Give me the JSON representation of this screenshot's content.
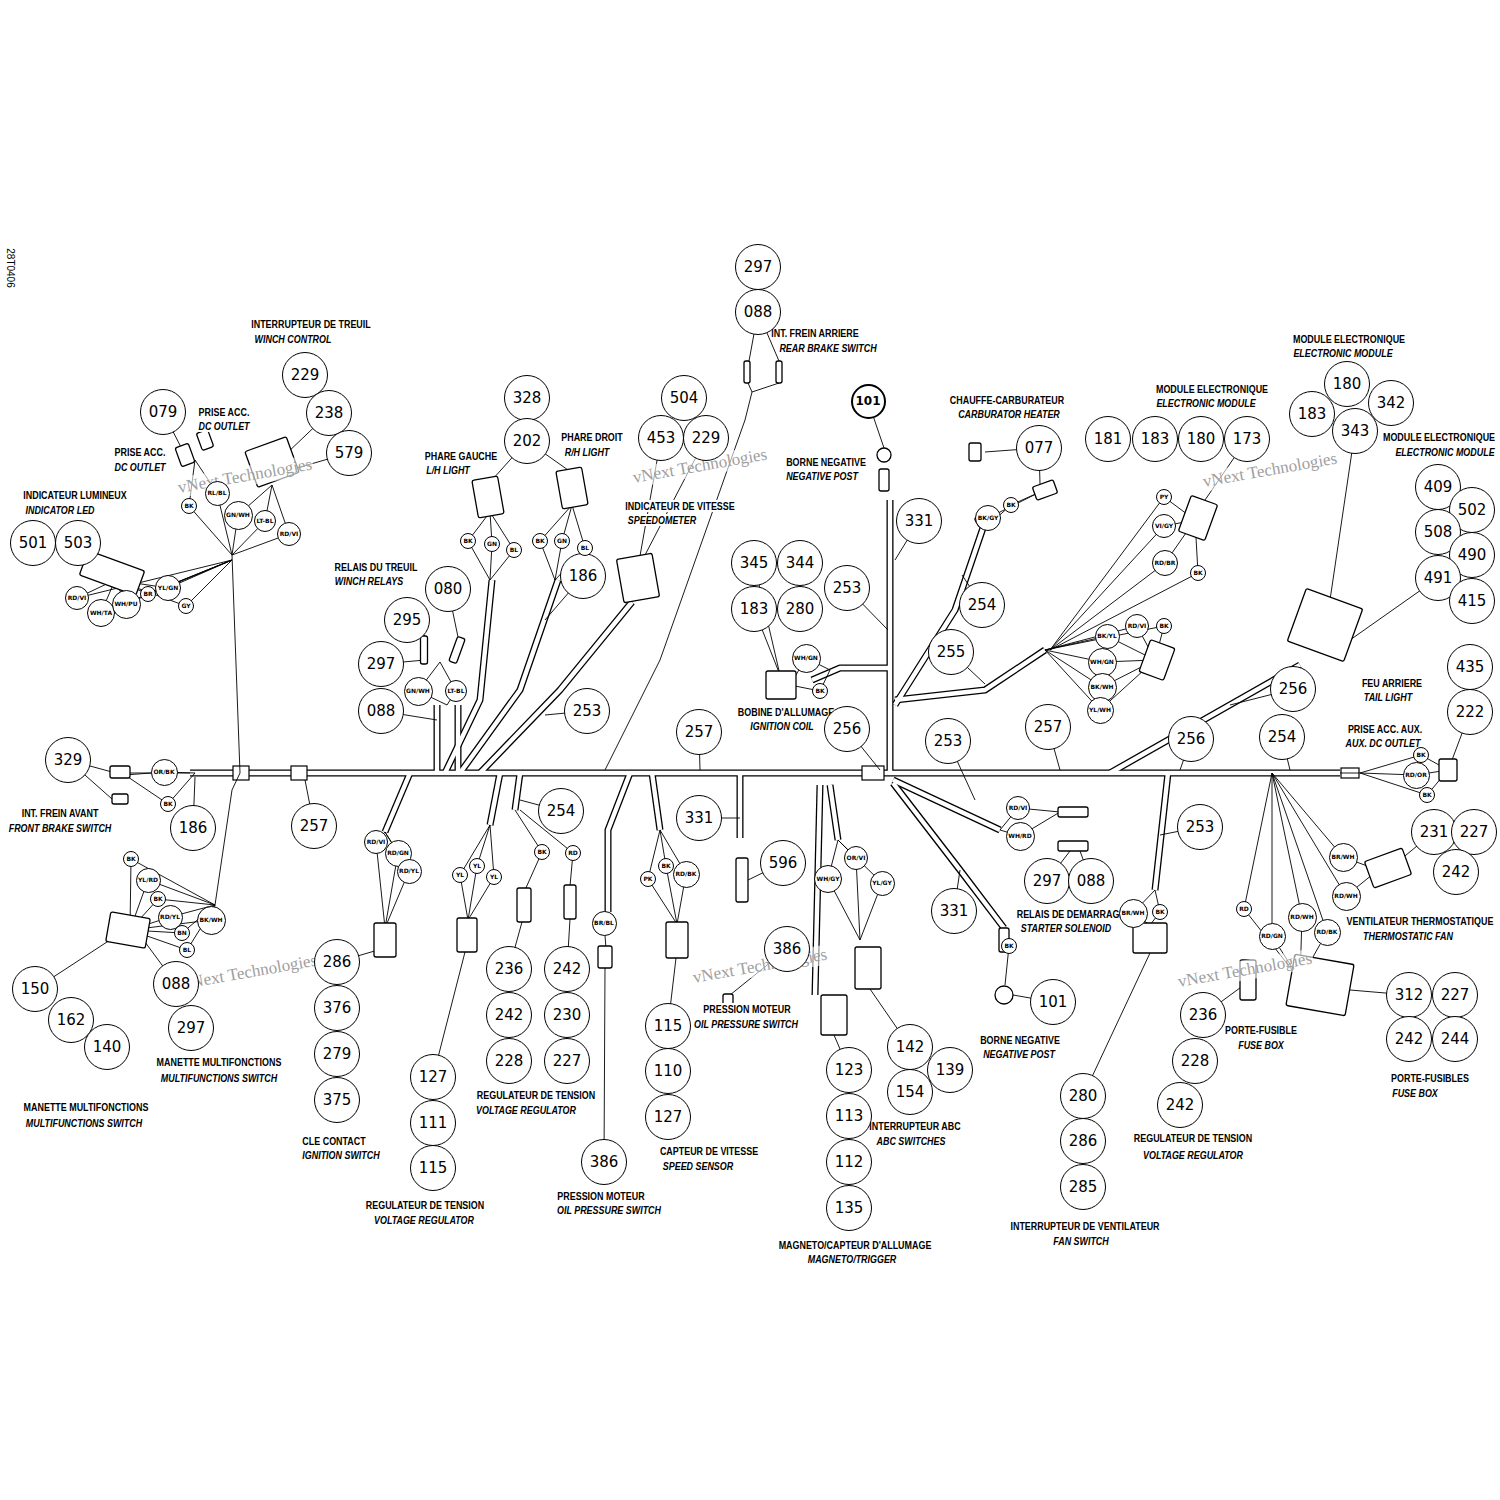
{
  "diagram": {
    "nodes": [
      {
        "text": [
          "079"
        ]
      },
      {
        "text": [
          "229"
        ]
      },
      {
        "text": [
          "238"
        ]
      },
      {
        "text": [
          "579"
        ]
      },
      {
        "text": [
          "501"
        ]
      },
      {
        "text": [
          "503"
        ]
      },
      {
        "text": [
          "328"
        ]
      },
      {
        "text": [
          "202"
        ]
      },
      {
        "text": [
          "504"
        ]
      },
      {
        "text": [
          "453"
        ]
      },
      {
        "text": [
          "229"
        ]
      },
      {
        "text": [
          "297"
        ]
      },
      {
        "text": [
          "088"
        ]
      },
      {
        "text": [
          "101"
        ]
      },
      {
        "text": [
          "077"
        ]
      },
      {
        "text": [
          "181"
        ]
      },
      {
        "text": [
          "183"
        ]
      },
      {
        "text": [
          "180"
        ]
      },
      {
        "text": [
          "173"
        ]
      },
      {
        "text": [
          "180"
        ]
      },
      {
        "text": [
          "183"
        ]
      },
      {
        "text": [
          "342"
        ]
      },
      {
        "text": [
          "343"
        ]
      },
      {
        "text": [
          "409"
        ]
      },
      {
        "text": [
          "502"
        ]
      },
      {
        "text": [
          "508"
        ]
      },
      {
        "text": [
          "490"
        ]
      },
      {
        "text": [
          "491"
        ]
      },
      {
        "text": [
          "415"
        ]
      },
      {
        "text": [
          "435"
        ]
      },
      {
        "text": [
          "222"
        ]
      },
      {
        "text": [
          "331"
        ]
      },
      {
        "text": [
          "253"
        ]
      },
      {
        "text": [
          "254"
        ]
      },
      {
        "text": [
          "345"
        ]
      },
      {
        "text": [
          "344"
        ]
      },
      {
        "text": [
          "183"
        ]
      },
      {
        "text": [
          "280"
        ]
      },
      {
        "text": [
          "255"
        ]
      },
      {
        "text": [
          "256"
        ]
      },
      {
        "text": [
          "080"
        ]
      },
      {
        "text": [
          "295"
        ]
      },
      {
        "text": [
          "297"
        ]
      },
      {
        "text": [
          "088"
        ]
      },
      {
        "text": [
          "186"
        ]
      },
      {
        "text": [
          "253"
        ]
      },
      {
        "text": [
          "257"
        ]
      },
      {
        "text": [
          "256"
        ]
      },
      {
        "text": [
          "253"
        ]
      },
      {
        "text": [
          "257"
        ]
      },
      {
        "text": [
          "256"
        ]
      },
      {
        "text": [
          "254"
        ]
      },
      {
        "text": [
          "329"
        ]
      },
      {
        "text": [
          "186"
        ]
      },
      {
        "text": [
          "257"
        ]
      },
      {
        "text": [
          "254"
        ]
      },
      {
        "text": [
          "331"
        ]
      },
      {
        "text": [
          "596"
        ]
      },
      {
        "text": [
          "231"
        ]
      },
      {
        "text": [
          "227"
        ]
      },
      {
        "text": [
          "242"
        ]
      },
      {
        "text": [
          "253"
        ]
      },
      {
        "text": [
          "297"
        ]
      },
      {
        "text": [
          "088"
        ]
      },
      {
        "text": [
          "331"
        ]
      },
      {
        "text": [
          "286"
        ]
      },
      {
        "text": [
          "376"
        ]
      },
      {
        "text": [
          "279"
        ]
      },
      {
        "text": [
          "375"
        ]
      },
      {
        "text": [
          "236"
        ]
      },
      {
        "text": [
          "242"
        ]
      },
      {
        "text": [
          "242"
        ]
      },
      {
        "text": [
          "230"
        ]
      },
      {
        "text": [
          "228"
        ]
      },
      {
        "text": [
          "227"
        ]
      },
      {
        "text": [
          "386"
        ]
      },
      {
        "text": [
          "088"
        ]
      },
      {
        "text": [
          "297"
        ]
      },
      {
        "text": [
          "150"
        ]
      },
      {
        "text": [
          "162"
        ]
      },
      {
        "text": [
          "140"
        ]
      },
      {
        "text": [
          "115"
        ]
      },
      {
        "text": [
          "110"
        ]
      },
      {
        "text": [
          "127"
        ]
      },
      {
        "text": [
          "101"
        ]
      },
      {
        "text": [
          "123"
        ]
      },
      {
        "text": [
          "113"
        ]
      },
      {
        "text": [
          "112"
        ]
      },
      {
        "text": [
          "135"
        ]
      },
      {
        "text": [
          "142"
        ]
      },
      {
        "text": [
          "139"
        ]
      },
      {
        "text": [
          "154"
        ]
      },
      {
        "text": [
          "127"
        ]
      },
      {
        "text": [
          "111"
        ]
      },
      {
        "text": [
          "115"
        ]
      },
      {
        "text": [
          "386"
        ]
      },
      {
        "text": [
          "236"
        ]
      },
      {
        "text": [
          "228"
        ]
      },
      {
        "text": [
          "242"
        ]
      },
      {
        "text": [
          "312"
        ]
      },
      {
        "text": [
          "227"
        ]
      },
      {
        "text": [
          "242"
        ]
      },
      {
        "text": [
          "244"
        ]
      },
      {
        "text": [
          "280"
        ]
      },
      {
        "text": [
          "286"
        ]
      },
      {
        "text": [
          "285"
        ]
      },
      {
        "text": [
          "RL/BL"
        ]
      },
      {
        "text": [
          "BK"
        ]
      },
      {
        "text": [
          "GN/WH"
        ]
      },
      {
        "text": [
          "LT-BL"
        ]
      },
      {
        "text": [
          "RD/VI"
        ]
      },
      {
        "text": [
          "RD/VI"
        ]
      },
      {
        "text": [
          "WH/TA"
        ]
      },
      {
        "text": [
          "WH/PU"
        ]
      },
      {
        "text": [
          "BR"
        ]
      },
      {
        "text": [
          "YL/GN"
        ]
      },
      {
        "text": [
          "GY"
        ]
      },
      {
        "text": [
          "BK"
        ]
      },
      {
        "text": [
          "GN"
        ]
      },
      {
        "text": [
          "BL"
        ]
      },
      {
        "text": [
          "BK"
        ]
      },
      {
        "text": [
          "GN"
        ]
      },
      {
        "text": [
          "BL"
        ]
      },
      {
        "text": [
          "GN/WH"
        ]
      },
      {
        "text": [
          "LT-BL"
        ]
      },
      {
        "text": [
          "WH/GN"
        ]
      },
      {
        "text": [
          "BK"
        ]
      },
      {
        "text": [
          "BK/GY"
        ]
      },
      {
        "text": [
          "BK"
        ]
      },
      {
        "text": [
          "PY"
        ]
      },
      {
        "text": [
          "VI/GY"
        ]
      },
      {
        "text": [
          "RD/BR"
        ]
      },
      {
        "text": [
          "BK"
        ]
      },
      {
        "text": [
          "BK/YL"
        ]
      },
      {
        "text": [
          "RD/VI"
        ]
      },
      {
        "text": [
          "BK"
        ]
      },
      {
        "text": [
          "WH/GN"
        ]
      },
      {
        "text": [
          "BK/WH"
        ]
      },
      {
        "text": [
          "YL/WH"
        ]
      },
      {
        "text": [
          "OR/BK"
        ]
      },
      {
        "text": [
          "BK"
        ]
      },
      {
        "text": [
          "BK"
        ]
      },
      {
        "text": [
          "RD/OR"
        ]
      },
      {
        "text": [
          "BK"
        ]
      },
      {
        "text": [
          "BK"
        ]
      },
      {
        "text": [
          "YL/RD"
        ]
      },
      {
        "text": [
          "BK"
        ]
      },
      {
        "text": [
          "RD/YL"
        ]
      },
      {
        "text": [
          "BN"
        ]
      },
      {
        "text": [
          "BL"
        ]
      },
      {
        "text": [
          "BK/WH"
        ]
      },
      {
        "text": [
          "RD/VI"
        ]
      },
      {
        "text": [
          "RD/GN"
        ]
      },
      {
        "text": [
          "RD/YL"
        ]
      },
      {
        "text": [
          "YL"
        ]
      },
      {
        "text": [
          "YL"
        ]
      },
      {
        "text": [
          "YL"
        ]
      },
      {
        "text": [
          "BK"
        ]
      },
      {
        "text": [
          "RD"
        ]
      },
      {
        "text": [
          "BR/BL"
        ]
      },
      {
        "text": [
          "PK"
        ]
      },
      {
        "text": [
          "BK"
        ]
      },
      {
        "text": [
          "RD/BK"
        ]
      },
      {
        "text": [
          "WH/GY"
        ]
      },
      {
        "text": [
          "OR/VI"
        ]
      },
      {
        "text": [
          "YL/GY"
        ]
      },
      {
        "text": [
          "RD/VI"
        ]
      },
      {
        "text": [
          "WH/RD"
        ]
      },
      {
        "text": [
          "BK"
        ]
      },
      {
        "text": [
          "BR/WH"
        ]
      },
      {
        "text": [
          "BK"
        ]
      },
      {
        "text": [
          "BR/WH"
        ]
      },
      {
        "text": [
          "RD/WH"
        ]
      },
      {
        "text": [
          "RD"
        ]
      },
      {
        "text": [
          "RD/GN"
        ]
      },
      {
        "text": [
          "RD/WH"
        ]
      },
      {
        "text": [
          "RD/BK"
        ]
      }
    ],
    "labels": [
      "28T0406",
      "INTERRUPTEUR DE TREUIL",
      "WINCH CONTROL",
      "PRISE ACC.",
      "DC OUTLET",
      "PRISE ACC.",
      "DC OUTLET",
      "INDICATEUR LUMINEUX",
      "INDICATOR LED",
      "PHARE GAUCHE",
      "L/H LIGHT",
      "PHARE DROIT",
      "R/H LIGHT",
      "INDICATEUR DE VITESSE",
      "SPEEDOMETER",
      "INT. FREIN ARRIERE",
      "REAR BRAKE SWITCH",
      "BORNE NEGATIVE",
      "NEGATIVE POST",
      "CHAUFFE-CARBURATEUR",
      "CARBURATOR HEATER",
      "MODULE ELECTRONIQUE",
      "ELECTRONIC MODULE",
      "MODULE ELECTRONIQUE",
      "ELECTRONIC MODULE",
      "MODULE ELECTRONIQUE",
      "ELECTRONIC MODULE",
      "RELAIS DU TREUIL",
      "WINCH RELAYS",
      "BOBINE D'ALLUMAGE",
      "IGNITION COIL",
      "FEU ARRIERE",
      "TAIL LIGHT",
      "PRISE ACC. AUX.",
      "AUX. DC OUTLET",
      "INT. FREIN AVANT",
      "FRONT BRAKE SWITCH",
      "RELAIS DE DEMARRAGE",
      "STARTER SOLENOID",
      "VENTILATEUR THERMOSTATIQUE",
      "THERMOSTATIC FAN",
      "BORNE NEGATIVE",
      "NEGATIVE POST",
      "PRESSION MOTEUR",
      "OIL PRESSURE SWITCH",
      "PORTE-FUSIBLE",
      "FUSE BOX",
      "PORTE-FUSIBLES",
      "FUSE BOX",
      "MANETTE MULTIFONCTIONS",
      "MULTIFUNCTIONS SWITCH",
      "MANETTE MULTIFONCTIONS",
      "MULTIFUNCTIONS SWITCH",
      "CLE CONTACT",
      "IGNITION SWITCH",
      "REGULATEUR DE TENSION",
      "VOLTAGE REGULATOR",
      "REGULATEUR DE TENSION",
      "VOLTAGE REGULATOR",
      "CAPTEUR DE VITESSE",
      "SPEED SENSOR",
      "PRESSION MOTEUR",
      "OIL PRESSURE SWITCH",
      "INTERRUPTEUR ABC",
      "ABC SWITCHES",
      "REGULATEUR DE TENSION",
      "VOLTAGE REGULATOR",
      "INTERRUPTEUR DE VENTILATEUR",
      "FAN SWITCH",
      "MAGNETO/CAPTEUR D'ALLUMAGE",
      "MAGNETO/TRIGGER",
      "vNext Technologies",
      "vNext Technologies",
      "vNext Technologies",
      "vNext Technologies",
      "vNext Technologies",
      "vNext Technologies"
    ]
  }
}
